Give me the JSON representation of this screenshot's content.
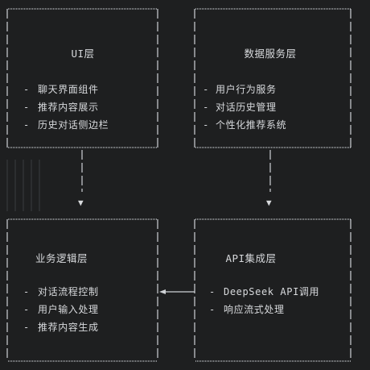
{
  "nodes": [
    {
      "id": "ui",
      "title": "UI层",
      "items": [
        "聊天界面组件",
        "推荐内容展示",
        "历史对话侧边栏"
      ]
    },
    {
      "id": "data",
      "title": "数据服务层",
      "items": [
        "用户行为服务",
        "对话历史管理",
        "个性化推荐系统"
      ]
    },
    {
      "id": "business",
      "title": "业务逻辑层",
      "items": [
        "对话流程控制",
        "用户输入处理",
        "推荐内容生成"
      ]
    },
    {
      "id": "api",
      "title": "API集成层",
      "items": [
        "DeepSeek API调用",
        "响应流式处理"
      ]
    }
  ],
  "edges": [
    {
      "from": "ui",
      "to": "business"
    },
    {
      "from": "data",
      "to": "api"
    },
    {
      "from": "api",
      "to": "business"
    }
  ]
}
